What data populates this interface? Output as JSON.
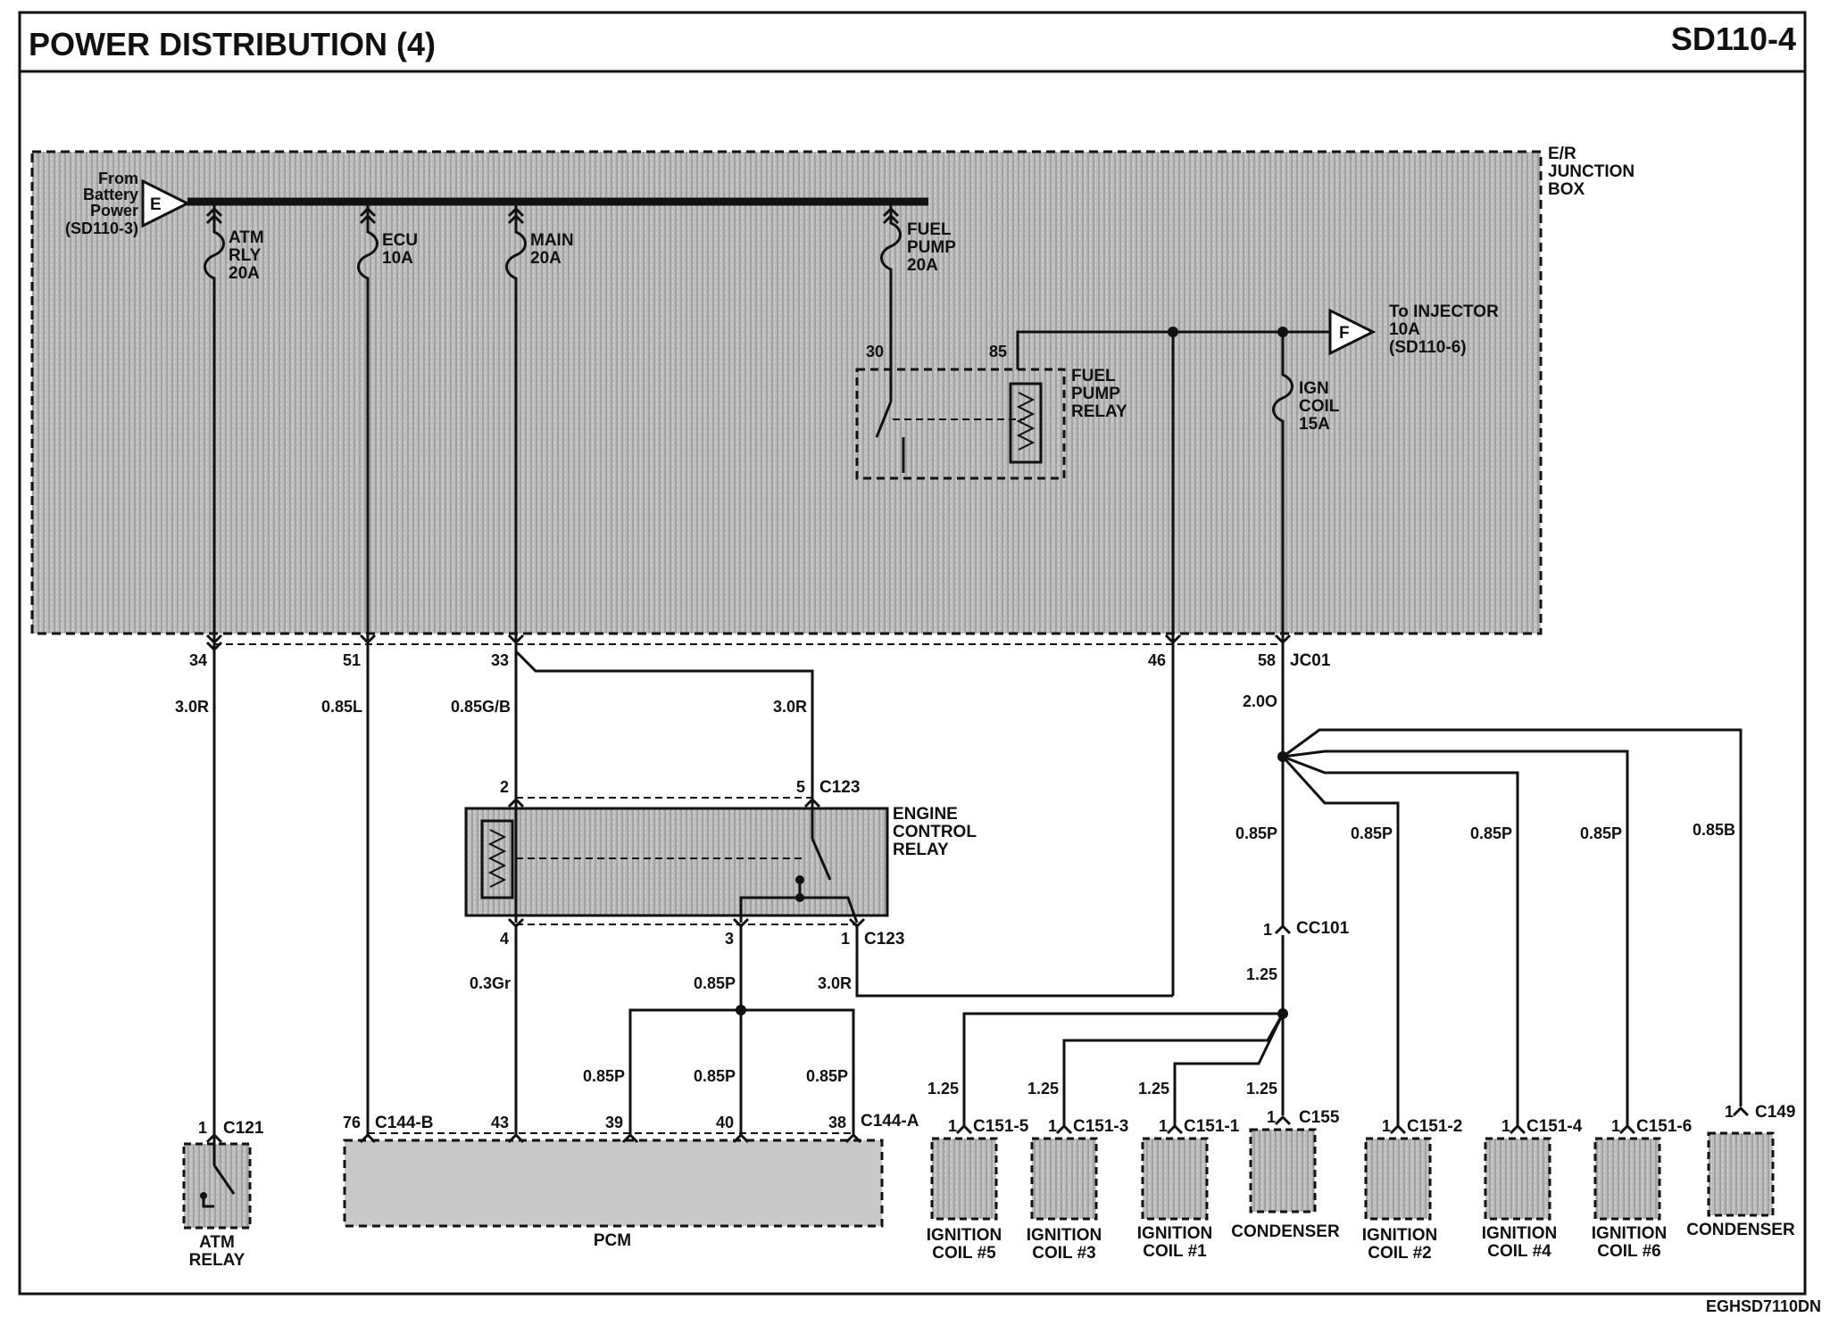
{
  "header": {
    "title": "POWER DISTRIBUTION (4)",
    "code": "SD110-4",
    "footer_code": "EGHSD7110DN"
  },
  "colors": {
    "ink": "#111111",
    "box_fill": "#b5b5b5",
    "module_fill": "#c8c8c8",
    "relay_fill": "#a9a9a9"
  },
  "junction_box": {
    "name_lines": [
      "E/R",
      "JUNCTION",
      "BOX"
    ],
    "source": {
      "letter": "E",
      "lines": [
        "From",
        "Battery",
        "Power",
        "(SD110-3)"
      ]
    },
    "to_injector": {
      "letter": "F",
      "lines": [
        "To INJECTOR",
        "10A",
        "(SD110-6)"
      ]
    },
    "fuses": [
      {
        "lines": [
          "ATM",
          "RLY",
          "20A"
        ]
      },
      {
        "lines": [
          "ECU",
          "10A"
        ]
      },
      {
        "lines": [
          "MAIN",
          "20A"
        ]
      },
      {
        "lines": [
          "FUEL",
          "PUMP",
          "20A"
        ]
      },
      {
        "lines": [
          "IGN",
          "COIL",
          "15A"
        ]
      }
    ],
    "fuel_pump_relay": {
      "lines": [
        "FUEL",
        "PUMP",
        "RELAY"
      ],
      "pin_30": "30",
      "pin_85": "85"
    },
    "pins": [
      "34",
      "51",
      "33",
      "46",
      "58"
    ],
    "connector": "JC01"
  },
  "wires": {
    "w_atm": "3.0R",
    "w_ecu": "0.85L",
    "w_main": "0.85G/B",
    "w_main_b": "3.0R",
    "w_ign": "2.0O",
    "w_relay_out4": "0.3Gr",
    "w_relay_out3": "0.85P",
    "w_relay_out1": "3.0R",
    "w_pcm39": "0.85P",
    "w_pcm40": "0.85P",
    "w_pcm38": "0.85P",
    "w_b1": "0.85P",
    "w_b2": "0.85P",
    "w_b3": "0.85P",
    "w_b4": "0.85P",
    "w_b5": "0.85B",
    "w_cc101": "1.25",
    "w_c1": "1.25",
    "w_c2": "1.25",
    "w_c3": "1.25",
    "w_c4": "1.25"
  },
  "engine_relay": {
    "lines": [
      "ENGINE",
      "CONTROL",
      "RELAY"
    ],
    "connector": "C123",
    "pin_in_a": "2",
    "pin_in_b": "5",
    "pin_out_a": "4",
    "pin_out_b": "3",
    "pin_out_c": "1"
  },
  "cc101": {
    "connector": "CC101",
    "pin": "1"
  },
  "components": [
    {
      "id": "atm",
      "lines": [
        "ATM",
        "RELAY"
      ],
      "connector": "C121",
      "pin": "1"
    },
    {
      "id": "pcm",
      "lines": [
        "PCM"
      ],
      "connector_b": "C144-B",
      "connector_a": "C144-A",
      "pins": [
        "76",
        "43",
        "39",
        "40",
        "38"
      ]
    },
    {
      "id": "coil5",
      "lines": [
        "IGNITION",
        "COIL #5"
      ],
      "connector": "C151-5",
      "pin": "1"
    },
    {
      "id": "coil3",
      "lines": [
        "IGNITION",
        "COIL #3"
      ],
      "connector": "C151-3",
      "pin": "1"
    },
    {
      "id": "coil1",
      "lines": [
        "IGNITION",
        "COIL #1"
      ],
      "connector": "C151-1",
      "pin": "1"
    },
    {
      "id": "cond1",
      "lines": [
        "CONDENSER"
      ],
      "connector": "C155",
      "pin": "1"
    },
    {
      "id": "coil2",
      "lines": [
        "IGNITION",
        "COIL #2"
      ],
      "connector": "C151-2",
      "pin": "1"
    },
    {
      "id": "coil4",
      "lines": [
        "IGNITION",
        "COIL #4"
      ],
      "connector": "C151-4",
      "pin": "1"
    },
    {
      "id": "coil6",
      "lines": [
        "IGNITION",
        "COIL #6"
      ],
      "connector": "C151-6",
      "pin": "1"
    },
    {
      "id": "cond2",
      "lines": [
        "CONDENSER"
      ],
      "connector": "C149",
      "pin": "1"
    }
  ]
}
